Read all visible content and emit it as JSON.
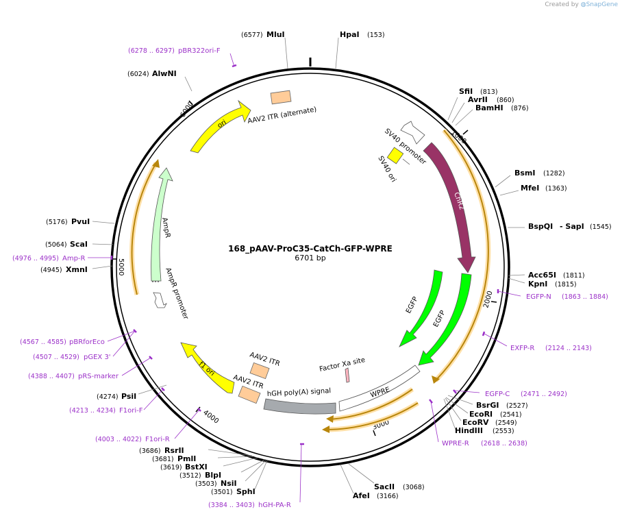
{
  "credit": {
    "prefix": "Created by",
    "brand": "SnapGene"
  },
  "plasmid": {
    "name": "168_pAAV-ProC35-CatCh-GFP-WPRE",
    "size": "6701 bp"
  },
  "ticks": [
    "1000",
    "2000",
    "3000",
    "4000",
    "5000",
    "6000"
  ],
  "features": {
    "ori": "ori",
    "itr_alt": "AAV2 ITR (alternate)",
    "sv40_promoter": "SV40 promoter",
    "sv40_ori": "SV40 ori",
    "chr2": "ChR2",
    "egfp1": "EGFP",
    "egfp2": "EGFP",
    "factor_xa": "Factor Xa site",
    "wpre": "WPRE",
    "hgh": "hGH poly(A) signal",
    "itr1": "AAV2 ITR",
    "itr2": "AAV2 ITR",
    "f1ori": "f1 ori",
    "ampr": "AmpR",
    "ampr_promoter": "AmpR promoter"
  },
  "sites": {
    "mlui": {
      "name": "MluI",
      "pos": "(6577)"
    },
    "hpai": {
      "name": "HpaI",
      "pos": "(153)"
    },
    "alwni": {
      "name": "AlwNI",
      "pos": "(6024)"
    },
    "sfii": {
      "name": "SfiI",
      "pos": "(813)"
    },
    "avrii": {
      "name": "AvrII",
      "pos": "(860)"
    },
    "bamhi": {
      "name": "BamHI",
      "pos": "(876)"
    },
    "bsmi": {
      "name": "BsmI",
      "pos": "(1282)"
    },
    "mfei": {
      "name": "MfeI",
      "pos": "(1363)"
    },
    "bspqi": {
      "name": "BspQI",
      "name2": "- SapI",
      "pos": "(1545)"
    },
    "acc65i": {
      "name": "Acc65I",
      "pos": "(1811)"
    },
    "kpni": {
      "name": "KpnI",
      "pos": "(1815)"
    },
    "bsrgi": {
      "name": "BsrGI",
      "pos": "(2527)"
    },
    "ecori": {
      "name": "EcoRI",
      "pos": "(2541)"
    },
    "ecorv": {
      "name": "EcoRV",
      "pos": "(2549)"
    },
    "hindiii": {
      "name": "HindIII",
      "pos": "(2553)"
    },
    "sacii": {
      "name": "SacII",
      "pos": "(3068)"
    },
    "afei": {
      "name": "AfeI",
      "pos": "(3166)"
    },
    "sphi": {
      "name": "SphI",
      "pos": "(3501)"
    },
    "nsii": {
      "name": "NsiI",
      "pos": "(3503)"
    },
    "blpi": {
      "name": "BlpI",
      "pos": "(3512)"
    },
    "bstxi": {
      "name": "BstXI",
      "pos": "(3619)"
    },
    "pmli": {
      "name": "PmlI",
      "pos": "(3681)"
    },
    "rsrii": {
      "name": "RsrII",
      "pos": "(3686)"
    },
    "psii": {
      "name": "PsiI",
      "pos": "(4274)"
    },
    "xmni": {
      "name": "XmnI",
      "pos": "(4945)"
    },
    "scai": {
      "name": "ScaI",
      "pos": "(5064)"
    },
    "pvui": {
      "name": "PvuI",
      "pos": "(5176)"
    }
  },
  "primers": {
    "pbr322": {
      "name": "pBR322ori-F",
      "pos": "(6278 .. 6297)"
    },
    "egfpn": {
      "name": "EGFP-N",
      "pos": "(1863 .. 1884)"
    },
    "exfpr": {
      "name": "EXFP-R",
      "pos": "(2124 .. 2143)"
    },
    "egfpc": {
      "name": "EGFP-C",
      "pos": "(2471 .. 2492)"
    },
    "wprer": {
      "name": "WPRE-R",
      "pos": "(2618 .. 2638)"
    },
    "hghpar": {
      "name": "hGH-PA-R",
      "pos": "(3384 .. 3403)"
    },
    "f1orir": {
      "name": "F1ori-R",
      "pos": "(4003 .. 4022)"
    },
    "f1orif": {
      "name": "F1ori-F",
      "pos": "(4213 .. 4234)"
    },
    "prs": {
      "name": "pRS-marker",
      "pos": "(4388 .. 4407)"
    },
    "pgex": {
      "name": "pGEX 3'",
      "pos": "(4507 .. 4529)"
    },
    "pbrforeco": {
      "name": "pBRforEco",
      "pos": "(4567 .. 4585)"
    },
    "ampr": {
      "name": "Amp-R",
      "pos": "(4976 .. 4995)"
    }
  },
  "colors": {
    "backbone": "#000000",
    "ori": "#ffff00",
    "chr2": "#993366",
    "egfp": "#00ff00",
    "ampr": "#ccffcc",
    "itr": "#ffcc99",
    "hgh": "#a6aaae",
    "orf": "#b8860b",
    "orf_glow": "#ffe0a8",
    "primer": "#9b30c8"
  }
}
